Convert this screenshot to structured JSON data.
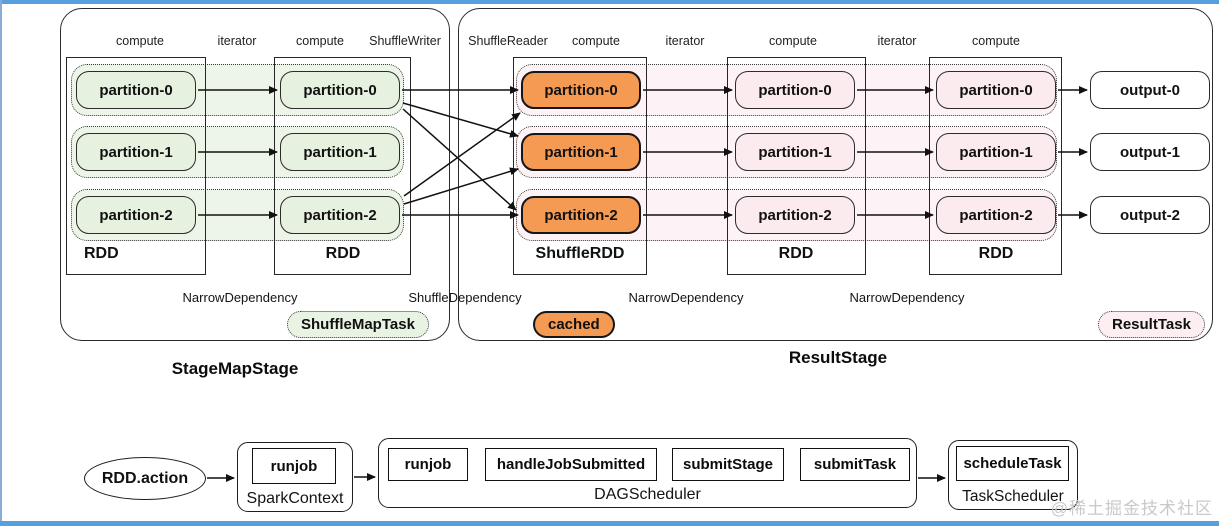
{
  "diagram": {
    "stage1": {
      "title": "StageMapStage",
      "headers": [
        "compute",
        "iterator",
        "compute",
        "ShuffleWriter"
      ],
      "rdd1": {
        "label": "RDD",
        "partitions": [
          "partition-0",
          "partition-1",
          "partition-2"
        ]
      },
      "rdd2": {
        "label": "RDD",
        "partitions": [
          "partition-0",
          "partition-1",
          "partition-2"
        ]
      },
      "badge": "ShuffleMapTask"
    },
    "stage2": {
      "title": "ResultStage",
      "headers": [
        "ShuffleReader",
        "compute",
        "iterator",
        "compute",
        "iterator",
        "compute"
      ],
      "shuffle_rdd": {
        "label": "ShuffleRDD",
        "partitions": [
          "partition-0",
          "partition-1",
          "partition-2"
        ]
      },
      "rdd3": {
        "label": "RDD",
        "partitions": [
          "partition-0",
          "partition-1",
          "partition-2"
        ]
      },
      "rdd4": {
        "label": "RDD",
        "partitions": [
          "partition-0",
          "partition-1",
          "partition-2"
        ]
      },
      "outputs": [
        "output-0",
        "output-1",
        "output-2"
      ],
      "cached_badge": "cached",
      "badge": "ResultTask"
    },
    "dependencies": [
      "NarrowDependency",
      "ShuffleDependency",
      "NarrowDependency",
      "NarrowDependency"
    ]
  },
  "flow": {
    "action": "RDD.action",
    "spark_context": {
      "label": "SparkContext",
      "methods": [
        "runjob"
      ]
    },
    "dag_scheduler": {
      "label": "DAGScheduler",
      "methods": [
        "runjob",
        "handleJobSubmitted",
        "submitStage",
        "submitTask"
      ]
    },
    "task_scheduler": {
      "label": "TaskScheduler",
      "methods": [
        "scheduleTask"
      ]
    }
  },
  "watermark": "@稀土掘金技术社区",
  "colors": {
    "map_stage_fill": "#ecf5e7",
    "map_partition_fill": "#e6f1df",
    "cached_fill": "#f59a52",
    "result_stage_fill": "#fdf2f5",
    "result_partition_fill": "#fbeaee",
    "page_edge_blue": "#57a0dd"
  }
}
